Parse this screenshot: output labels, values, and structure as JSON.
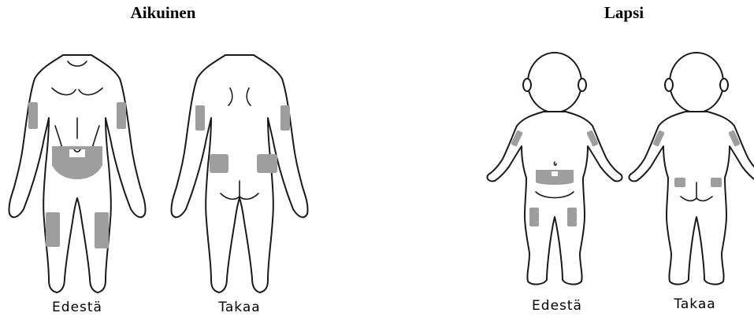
{
  "colors": {
    "injection_area": "#9e9e9e",
    "outline": "#1a1a1a"
  },
  "adult": {
    "heading": "Aikuinen",
    "front_label": "Edestä",
    "back_label": "Takaa"
  },
  "child": {
    "heading": "Lapsi",
    "front_label": "Edestä",
    "back_label": "Takaa"
  }
}
